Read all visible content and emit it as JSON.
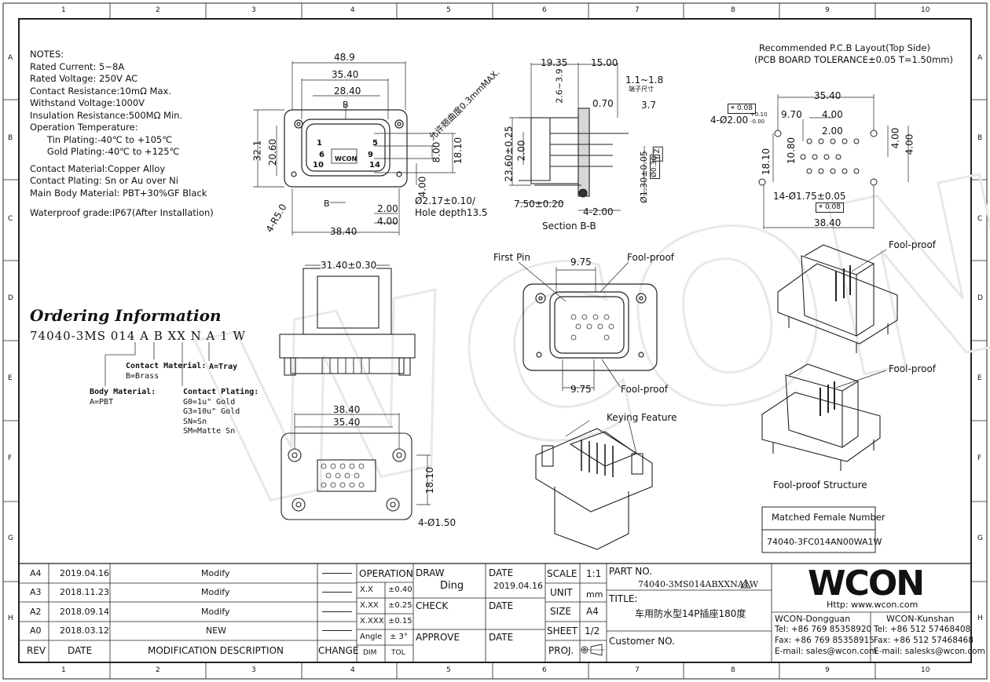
{
  "grid": {
    "cols": [
      "1",
      "2",
      "3",
      "4",
      "5",
      "6",
      "7",
      "8",
      "9",
      "10"
    ],
    "rows": [
      "A",
      "B",
      "C",
      "D",
      "E",
      "F",
      "G",
      "H"
    ]
  },
  "notes": [
    "NOTES:",
    "Rated Current:  5~8A",
    "Rated Voltage:  250V AC",
    "Contact Resistance:10mΩ Max.",
    "Withstand Voltage:1000V",
    "Insulation Resistance:500MΩ Min.",
    "Operation Temperature:",
    "      Tin Plating:-40℃ to +105℃",
    "      Gold Plating:-40℃ to +125℃",
    "",
    "Contact Material:Copper Alloy",
    "Contact Plating: Sn or Au over Ni",
    "Main Body Material:  PBT+30%GF Black",
    "",
    "Waterproof grade:IP67(After Installation)"
  ],
  "ordering": {
    "title": "Ordering Information",
    "code": "74040-3MS 014 A B XX N A 1 W",
    "contact_material_label": "Contact Material:",
    "contact_material_value": "B=Brass",
    "tray_label": "A=Tray",
    "body_material_label": "Body Material:",
    "body_material_value": "A=PBT",
    "contact_plating_label": "Contact Plating:",
    "contact_plating_values": [
      "G0=1u\" Gold",
      "G3=10u\" Gold",
      "SN=Sn",
      "SM=Matte Sn"
    ]
  },
  "front_view": {
    "dim_48_9": "48.9",
    "dim_35_40": "35.40",
    "dim_28_40": "28.40",
    "dim_32_1": "32.1",
    "dim_20_60": "20.60",
    "dim_18_10": "18.10",
    "dim_8_00": "8.00",
    "dim_4_00": "4.00",
    "dim_2_00": "2.00",
    "dim_4_00b": "4.00",
    "dim_38_40": "38.40",
    "r5": "4-R5.0",
    "hole": "Ø2.17±0.10/",
    "hole2": "Hole depth13.5",
    "sec_b": "B",
    "sec_b2": "B",
    "warp": "允许翘曲度0.3mmMAX.",
    "pin1": "1",
    "pin5": "5",
    "pin6": "6",
    "pin9": "9",
    "pin10": "10",
    "pin14": "14",
    "brand": "WCON"
  },
  "section_bb": {
    "title": "Section B-B",
    "d19": "19.35",
    "d15": "15.00",
    "d11": "1.1~1.8",
    "d11note": "端子尺寸",
    "d070": "0.70",
    "d37": "3.7",
    "d26": "2.6~3.9",
    "d2360": "23.60±0.25",
    "d200": "2.00",
    "d750": "7.50±0.20",
    "d4200": "4-2.00",
    "d130": "Ø1.30±0.05",
    "tol": "Ø0.30",
    "ref": "Y Z"
  },
  "pcb_layout": {
    "title1": "Recommended P.C.B Layout(Top Side)",
    "title2": "(PCB BOARD TOLERANCE±0.05  T=1.50mm)",
    "d3540": "35.40",
    "d4200": "4-Ø2.00",
    "tol_up": "+0.10",
    "tol_dn": "-0.00",
    "d970": "9.70",
    "d400": "4.00",
    "d200": "2.00",
    "d1080": "10.80",
    "d1810": "18.10",
    "d400b": "4.00",
    "d400c": "4.00",
    "d14": "14-Ø1.75±0.05",
    "d3840": "38.40",
    "fcf1": "0.08",
    "fcf2": "0.08"
  },
  "side_view": {
    "d3140": "31.40±0.30"
  },
  "bottom_view": {
    "d3840": "38.40",
    "d3540": "35.40",
    "d1810": "18.10",
    "d4150": "4-Ø1.50"
  },
  "face_view": {
    "first_pin": "First Pin",
    "fool1": "Fool-proof",
    "fool2": "Fool-proof",
    "d975a": "9.75",
    "d975b": "9.75"
  },
  "iso": {
    "keying": "Keying Feature",
    "fool_a": "Fool-proof",
    "fool_b": "Fool-proof",
    "structure": "Fool-proof Structure"
  },
  "matched": {
    "label": "Matched Female Number",
    "value": "74040-3FC014AN00WA1W"
  },
  "revisions": [
    {
      "rev": "A4",
      "date": "2019.04.16",
      "desc": "Modify"
    },
    {
      "rev": "A3",
      "date": "2018.11.23",
      "desc": "Modify"
    },
    {
      "rev": "A2",
      "date": "2018.09.14",
      "desc": "Modify"
    },
    {
      "rev": "A0",
      "date": "2018.03.12",
      "desc": "NEW"
    }
  ],
  "rev_headers": {
    "rev": "REV",
    "date": "DATE",
    "desc": "MODIFICATION DESCRIPTION",
    "change": "CHANGE"
  },
  "tolerance": {
    "operation": "OPERATION",
    "rows": [
      [
        "X.X",
        "±0.40"
      ],
      [
        "X.XX",
        "±0.25"
      ],
      [
        "X.XXX",
        "±0.15"
      ],
      [
        "Angle",
        "± 3°"
      ]
    ],
    "dim": "DIM",
    "tol": "TOL"
  },
  "approvals": {
    "draw": "DRAW",
    "draw_name": "Ding",
    "check": "CHECK",
    "approve": "APPROVE",
    "date1": "DATE",
    "date1_val": "2019.04.16",
    "date2": "DATE",
    "date3": "DATE"
  },
  "meta": {
    "scale": "SCALE",
    "scale_val": "1:1",
    "unit": "UNIT",
    "unit_val": "mm",
    "size": "SIZE",
    "size_val": "A4",
    "sheet": "SHEET",
    "sheet_val": "1/2",
    "proj": "PROJ."
  },
  "part": {
    "label": "PART NO.",
    "value": "74040-3MS014ABXXNA1W",
    "rev_mark": "A",
    "title_label": "TITLE:",
    "title_value": "车用防水型14P插座180度",
    "customer": "Customer NO."
  },
  "company": {
    "logo": "WCON",
    "web": "Http: www.wcon.com",
    "dg": "WCON-Dongguan",
    "dg_tel": "Tel: +86 769 85358920",
    "dg_fax": "Fax: +86 769 85358915",
    "dg_mail": "E-mail: sales@wcon.com",
    "ks": "WCON-Kunshan",
    "ks_tel": "Tel: +86 512 57468408",
    "ks_fax": "Fax: +86 512 57468468",
    "ks_mail": "E-mail: salesks@wcon.com"
  }
}
